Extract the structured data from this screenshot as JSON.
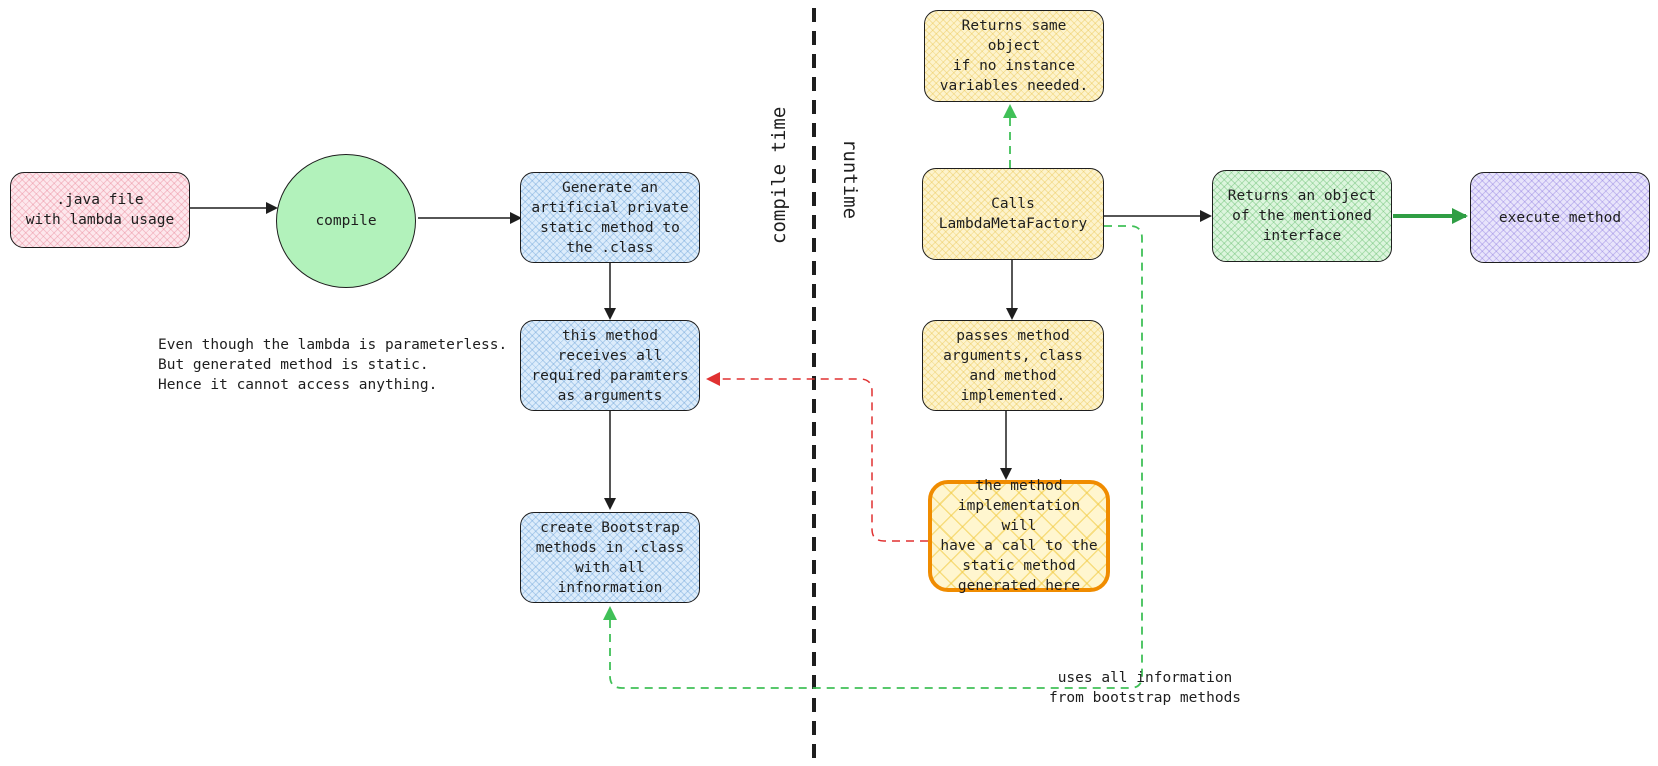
{
  "nodes": {
    "java_file": ".java file\nwith lambda usage",
    "compile": "compile",
    "generate_method": "Generate an\nartificial private\nstatic method to\nthe .class",
    "receives_params": "this method\nreceives all\nrequired paramters\nas arguments",
    "bootstrap": "create Bootstrap\nmethods in .class\nwith all\ninfnormation",
    "returns_same": "Returns same object\nif no instance\nvariables needed.",
    "calls_factory": "Calls\nLambdaMetaFactory",
    "passes_args": "passes method\narguments, class\nand method\nimplemented.",
    "method_impl": "the method\nimplementation will\nhave a call to the\nstatic method\ngenerated here",
    "returns_object": "Returns an object\nof the mentioned\ninterface",
    "execute": "execute method"
  },
  "annotations": {
    "static_note": "Even though the lambda is parameterless.\nBut generated method is static.\nHence it cannot access anything.",
    "bootstrap_usage": "uses all information\nfrom bootstrap methods"
  },
  "dividers": {
    "compile_time": "compile time",
    "runtime": "runtime"
  },
  "colors": {
    "stroke": "#1e1e1e",
    "red_dashed": "#e03131",
    "green_dashed": "#40c057",
    "green_bold": "#2f9e44",
    "orange_border": "#f08c00"
  }
}
